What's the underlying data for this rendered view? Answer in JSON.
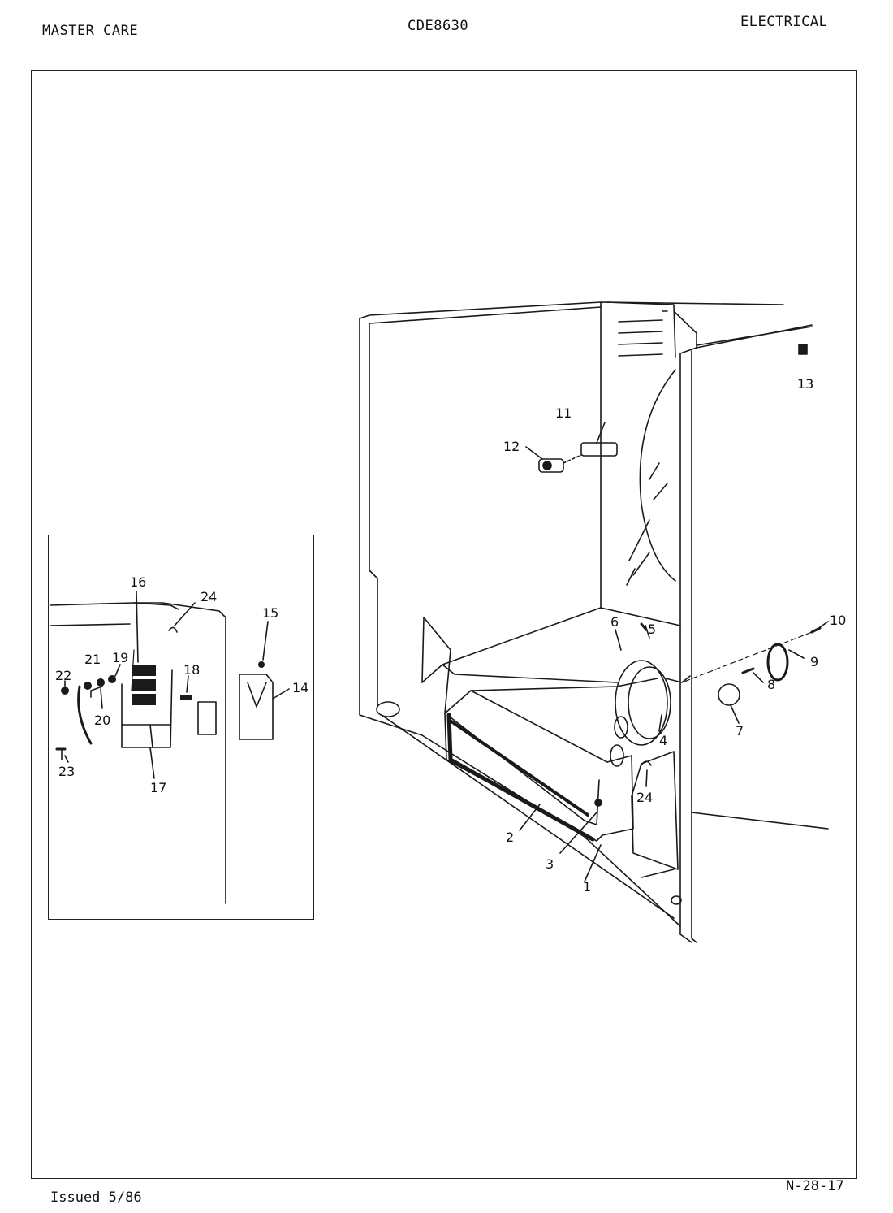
{
  "header": {
    "left": "MASTER CARE",
    "center": "CDE8630",
    "right": "ELECTRICAL"
  },
  "footer": {
    "left": "Issued 5/86",
    "right": "N-28-17"
  },
  "callouts": {
    "c1": "1",
    "c2": "2",
    "c3": "3",
    "c4": "4",
    "c5": "5",
    "c6": "6",
    "c7": "7",
    "c8": "8",
    "c9": "9",
    "c10": "10",
    "c11": "11",
    "c12": "12",
    "c13": "13",
    "c14": "14",
    "c15": "15",
    "c16": "16",
    "c17": "17",
    "c18": "18",
    "c19": "19",
    "c20": "20",
    "c21": "21",
    "c22": "22",
    "c23": "23",
    "c24a": "24",
    "c24b": "24"
  }
}
